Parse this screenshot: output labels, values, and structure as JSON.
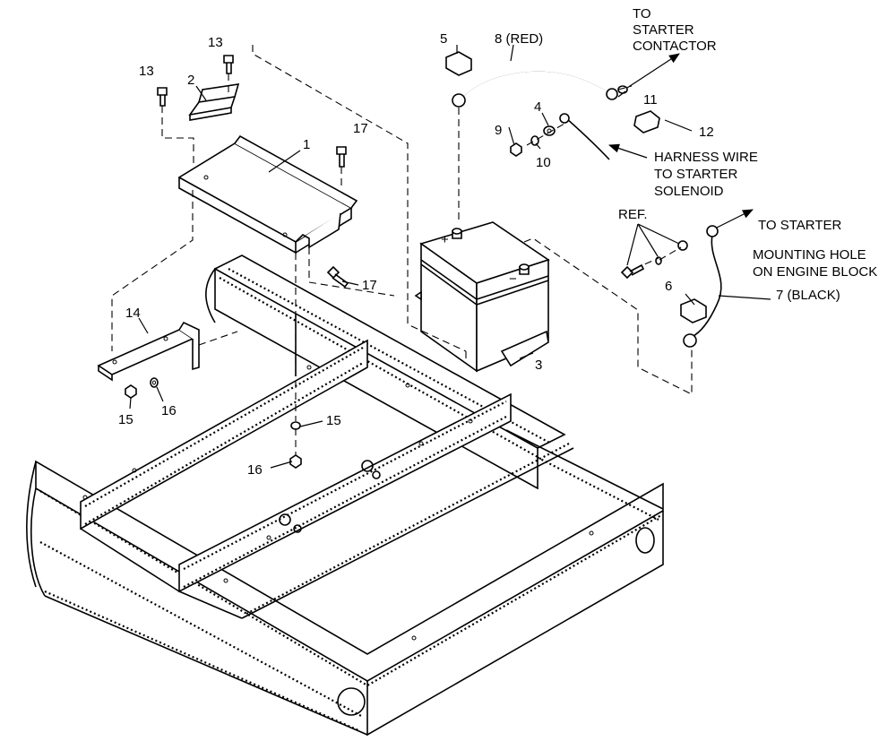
{
  "callouts": {
    "c1": "1",
    "c2": "2",
    "c3": "3",
    "c4": "4",
    "c5": "5",
    "c6": "6",
    "c7": "7 (BLACK)",
    "c8": "8 (RED)",
    "c9": "9",
    "c10": "10",
    "c11": "11",
    "c12": "12",
    "c13a": "13",
    "c13b": "13",
    "c14": "14",
    "c15a": "15",
    "c15b": "15",
    "c16a": "16",
    "c16b": "16",
    "c17a": "17",
    "c17b": "17"
  },
  "notes": {
    "to_starter_contactor": [
      "TO",
      "STARTER",
      "CONTACTOR"
    ],
    "harness_wire": [
      "HARNESS WIRE",
      "TO STARTER",
      "SOLENOID"
    ],
    "ref": "REF.",
    "to_starter": "TO STARTER",
    "mounting_hole": [
      "MOUNTING HOLE",
      "ON ENGINE BLOCK"
    ]
  },
  "battery_terminals": {
    "positive": "+",
    "negative": "−"
  },
  "colors": {
    "ink": "#000000",
    "background": "#ffffff"
  }
}
